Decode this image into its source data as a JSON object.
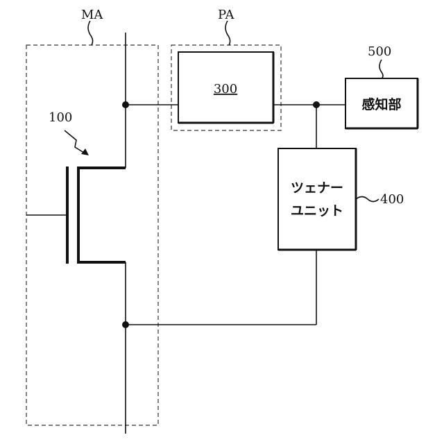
{
  "labels": {
    "memory_area": "MA",
    "peripheral_area": "PA",
    "transistor_ref": "100",
    "block_300": "300",
    "zener_ref": "400",
    "sense_ref": "500"
  },
  "zener_unit": {
    "line1": "ツェナー",
    "line2": "ユニット"
  },
  "sense_unit": {
    "label": "感知部"
  }
}
